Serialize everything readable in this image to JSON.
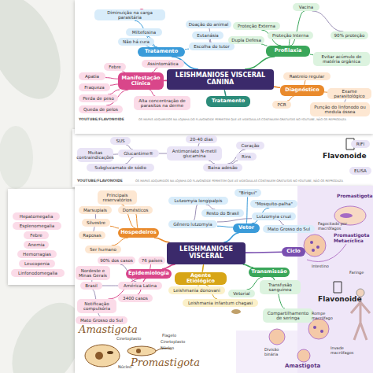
{
  "diagram": {
    "nodes": [
      {
        "text": [
          "LEISHMANIOSE VISCERAL CANINA"
        ]
      },
      {
        "text": [
          "Tratamento"
        ]
      },
      {
        "text": [
          "Diminuição na carga parasitária"
        ]
      },
      {
        "text": [
          "Miltefosina"
        ]
      },
      {
        "text": [
          "Não há cura"
        ]
      },
      {
        "text": [
          "Escolha do tutor"
        ]
      },
      {
        "text": [
          "Doação do animal"
        ]
      },
      {
        "text": [
          "Eutanásia"
        ]
      },
      {
        "text": [
          "Profilaxia"
        ]
      },
      {
        "text": [
          "Proteção Externa"
        ]
      },
      {
        "text": [
          "Proteção Interna"
        ]
      },
      {
        "text": [
          "Dupla Defesa"
        ]
      },
      {
        "text": [
          "Vacina"
        ]
      },
      {
        "text": [
          "90% proteção"
        ]
      },
      {
        "text": [
          "Evitar acúmulo de matéria orgânica"
        ]
      },
      {
        "text": [
          "Manifestação Clínica"
        ]
      },
      {
        "text": [
          "Febre"
        ]
      },
      {
        "text": [
          "Assintomática"
        ]
      },
      {
        "text": [
          "Apatia"
        ]
      },
      {
        "text": [
          "Fraqueza"
        ]
      },
      {
        "text": [
          "Perda de peso"
        ]
      },
      {
        "text": [
          "Queda de pelos"
        ]
      },
      {
        "text": [
          "Alta concentração de parasitos na derme"
        ]
      },
      {
        "text": [
          "Diagnóstico"
        ]
      },
      {
        "text": [
          "Rastreio regular"
        ]
      },
      {
        "text": [
          "Exame parasitológico"
        ]
      },
      {
        "text": [
          "PCR"
        ]
      },
      {
        "text": [
          "Punção do linfonodo ou medula óssea"
        ]
      },
      {
        "text": [
          "Tratamento"
        ]
      },
      {
        "text": [
          "SUS"
        ]
      },
      {
        "text": [
          "Glucantime®"
        ]
      },
      {
        "text": [
          "Muitas contraindicações"
        ]
      },
      {
        "text": [
          "Subglucamato de sódio"
        ]
      },
      {
        "text": [
          "Antimoniato N-metil glucamina"
        ]
      },
      {
        "text": [
          "20-40 dias"
        ]
      },
      {
        "text": [
          "Baixa adesão"
        ]
      },
      {
        "text": [
          "Coração"
        ]
      },
      {
        "text": [
          "Rins"
        ]
      },
      {
        "text": [
          "RIFI"
        ]
      },
      {
        "text": [
          "ELISA"
        ]
      },
      {
        "text": [
          "Hepatomegalia"
        ]
      },
      {
        "text": [
          "Esplenomegalia"
        ]
      },
      {
        "text": [
          "Febre"
        ]
      },
      {
        "text": [
          "Anemia"
        ]
      },
      {
        "text": [
          "Hemorragias"
        ]
      },
      {
        "text": [
          "Leucopenia"
        ]
      },
      {
        "text": [
          "Linfonodomegalia"
        ]
      },
      {
        "text": [
          "LEISHMANIOSE VISCERAL"
        ]
      },
      {
        "text": [
          "Hospedeiros"
        ]
      },
      {
        "text": [
          "Principais reservatórios"
        ]
      },
      {
        "text": [
          "Domésticos"
        ]
      },
      {
        "text": [
          "Marsupiais"
        ]
      },
      {
        "text": [
          "Silvestre"
        ]
      },
      {
        "text": [
          "Raposas"
        ]
      },
      {
        "text": [
          "Ser humano"
        ]
      },
      {
        "text": [
          "Vetor"
        ]
      },
      {
        "text": [
          "Gênero lutzomyia"
        ]
      },
      {
        "text": [
          "Lutzomyia longipalpis"
        ]
      },
      {
        "text": [
          "Resto do Brasil"
        ]
      },
      {
        "text": [
          "\"Birigui\""
        ]
      },
      {
        "text": [
          "\"Mosquito-palha\""
        ]
      },
      {
        "text": [
          "Lutzomyia cruzi"
        ]
      },
      {
        "text": [
          "Mato Grosso do Sul"
        ]
      },
      {
        "text": [
          "Epidemiologia"
        ]
      },
      {
        "text": [
          "90% dos casos"
        ]
      },
      {
        "text": [
          "76 países"
        ]
      },
      {
        "text": [
          "Nordeste e Minas Gerais"
        ]
      },
      {
        "text": [
          "Brasil"
        ]
      },
      {
        "text": [
          "América Latina"
        ]
      },
      {
        "text": [
          "3400 casos"
        ]
      },
      {
        "text": [
          "Notificação compulsória"
        ]
      },
      {
        "text": [
          "Mato Grosso do Sul"
        ]
      },
      {
        "text": [
          "Agente Etiológico"
        ]
      },
      {
        "text": [
          "Leishmania donovani"
        ]
      },
      {
        "text": [
          "Leishmania infantum chagasi"
        ]
      },
      {
        "text": [
          "Transmissão"
        ]
      },
      {
        "text": [
          "Transfusão sanguínea"
        ]
      },
      {
        "text": [
          "Vetorial"
        ]
      },
      {
        "text": [
          "Compartilhamento de seringa"
        ]
      },
      {
        "text": [
          "Ciclo"
        ]
      }
    ],
    "edges": [
      {
        "from": 0,
        "to": 1,
        "arrow": "none"
      },
      {
        "from": 1,
        "to": 2,
        "arrow": "none"
      },
      {
        "from": 1,
        "to": 3,
        "arrow": "none"
      },
      {
        "from": 1,
        "to": 4,
        "arrow": "none"
      },
      {
        "from": 1,
        "to": 5,
        "arrow": "none"
      },
      {
        "from": 5,
        "to": 6,
        "arrow": "none"
      },
      {
        "from": 5,
        "to": 7,
        "arrow": "none"
      },
      {
        "from": 0,
        "to": 8,
        "arrow": "none"
      },
      {
        "from": 8,
        "to": 9,
        "arrow": "none"
      },
      {
        "from": 8,
        "to": 10,
        "arrow": "none"
      },
      {
        "from": 8,
        "to": 11,
        "arrow": "none"
      },
      {
        "from": 8,
        "to": 12,
        "arrow": "none"
      },
      {
        "from": 12,
        "to": 13,
        "arrow": "none"
      },
      {
        "from": 8,
        "to": 14,
        "arrow": "none"
      },
      {
        "from": 0,
        "to": 15,
        "arrow": "none"
      },
      {
        "from": 15,
        "to": 16,
        "arrow": "none"
      },
      {
        "from": 15,
        "to": 17,
        "arrow": "none"
      },
      {
        "from": 15,
        "to": 18,
        "arrow": "none"
      },
      {
        "from": 15,
        "to": 19,
        "arrow": "none"
      },
      {
        "from": 15,
        "to": 20,
        "arrow": "none"
      },
      {
        "from": 15,
        "to": 21,
        "arrow": "none"
      },
      {
        "from": 15,
        "to": 22,
        "arrow": "none"
      },
      {
        "from": 0,
        "to": 23,
        "arrow": "none"
      },
      {
        "from": 23,
        "to": 24,
        "arrow": "none"
      },
      {
        "from": 23,
        "to": 25,
        "arrow": "none"
      },
      {
        "from": 23,
        "to": 26,
        "arrow": "none"
      },
      {
        "from": 25,
        "to": 27,
        "arrow": "none"
      },
      {
        "from": 0,
        "to": 28,
        "arrow": "none"
      },
      {
        "from": 30,
        "to": 29,
        "arrow": "none"
      },
      {
        "from": 30,
        "to": 31,
        "arrow": "none"
      },
      {
        "from": 30,
        "to": 32,
        "arrow": "none"
      },
      {
        "from": 30,
        "to": 33,
        "arrow": "none"
      },
      {
        "from": 33,
        "to": 34,
        "arrow": "none"
      },
      {
        "from": 33,
        "to": 35,
        "arrow": "none"
      },
      {
        "from": 35,
        "to": 36,
        "arrow": "none"
      },
      {
        "from": 35,
        "to": 37,
        "arrow": "none"
      },
      {
        "from": 47,
        "to": 48,
        "arrow": "none"
      },
      {
        "from": 48,
        "to": 49,
        "arrow": "none"
      },
      {
        "from": 48,
        "to": 50,
        "arrow": "none"
      },
      {
        "from": 48,
        "to": 52,
        "arrow": "none"
      },
      {
        "from": 52,
        "to": 51,
        "arrow": "none"
      },
      {
        "from": 52,
        "to": 53,
        "arrow": "none"
      },
      {
        "from": 48,
        "to": 54,
        "arrow": "none"
      },
      {
        "from": 47,
        "to": 55,
        "arrow": "none"
      },
      {
        "from": 55,
        "to": 56,
        "arrow": "none"
      },
      {
        "from": 56,
        "to": 57,
        "arrow": "none"
      },
      {
        "from": 57,
        "to": 58,
        "arrow": "none"
      },
      {
        "from": 56,
        "to": 61,
        "arrow": "none"
      },
      {
        "from": 61,
        "to": 62,
        "arrow": "none"
      },
      {
        "from": 55,
        "to": 59,
        "arrow": "none"
      },
      {
        "from": 55,
        "to": 60,
        "arrow": "none"
      },
      {
        "from": 47,
        "to": 63,
        "arrow": "none"
      },
      {
        "from": 63,
        "to": 65,
        "arrow": "none"
      },
      {
        "from": 63,
        "to": 68,
        "arrow": "none"
      },
      {
        "from": 68,
        "to": 64,
        "arrow": "none"
      },
      {
        "from": 68,
        "to": 67,
        "arrow": "none"
      },
      {
        "from": 67,
        "to": 66,
        "arrow": "none"
      },
      {
        "from": 63,
        "to": 69,
        "arrow": "none"
      },
      {
        "from": 63,
        "to": 70,
        "arrow": "none"
      },
      {
        "from": 67,
        "to": 71,
        "arrow": "none"
      },
      {
        "from": 47,
        "to": 72,
        "arrow": "none"
      },
      {
        "from": 72,
        "to": 73,
        "arrow": "none"
      },
      {
        "from": 72,
        "to": 74,
        "arrow": "none"
      },
      {
        "from": 47,
        "to": 75,
        "arrow": "none"
      },
      {
        "from": 75,
        "to": 76,
        "arrow": "none"
      },
      {
        "from": 75,
        "to": 77,
        "arrow": "none"
      },
      {
        "from": 75,
        "to": 78,
        "arrow": "none"
      },
      {
        "from": 47,
        "to": 79,
        "arrow": "none"
      }
    ],
    "labels": [
      "YOUTUBE/FLAVONOIDE",
      "OS MAPAS ADQUIRIDOS NA LOJINHA DO FLAVONOIDE PERMITEM QUE AS VIDEOAULAS CONTINUEM GRATUITAS NO YOUTUBE, NÃO OS REPRODUZA",
      "YOUTUBE/FLAVONOIDE",
      "OS MAPAS ADQUIRIDOS NA LOJINHA DO FLAVONOIDE PERMITEM QUE AS VIDEOAULAS CONTINUEM GRATUITAS NO YOUTUBE, NÃO OS REPRODUZA",
      "Flavonoide",
      "Amastigota",
      "Cinetoplasto",
      "Núcleo",
      "Flagelo",
      "Cinetoplasto",
      "Núcleo",
      "Promastigota",
      "Promastigota",
      "Fagocitado por macrófagos",
      "Promastigota Metacíclica",
      "Faringe",
      "Intestino",
      "Rompe macrófago",
      "Invade macrófagos",
      "Divisão binária",
      "Amastigota",
      "Flavonoide"
    ]
  }
}
